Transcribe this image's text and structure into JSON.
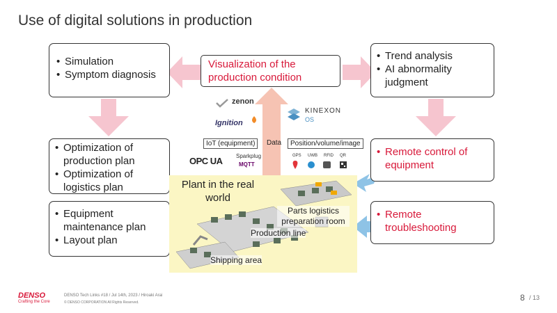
{
  "title": "Use of digital solutions in production",
  "boxes": {
    "top_left": [
      "Simulation",
      "Symptom diagnosis"
    ],
    "center": "Visualization of the production condition",
    "top_right": [
      "Trend analysis",
      "AI abnormality judgment"
    ],
    "mid_left": [
      "Optimization of production plan",
      "Optimization of logistics plan"
    ],
    "bottom_left": [
      "Equipment maintenance plan",
      "Layout plan"
    ],
    "mid_right": [
      "Remote control of equipment"
    ],
    "bottom_right": [
      "Remote troubleshooting"
    ]
  },
  "logos": {
    "zenon": "zenon",
    "ignition": "Ignition",
    "kinexon": "KINEXON",
    "kinexon_os": "OS",
    "opcua": "OPC UA",
    "sparkplug": "Sparkplug",
    "mqtt": "MQTT"
  },
  "labels": {
    "iot": "IoT (equipment)",
    "data": "Data",
    "position": "Position/volume/image",
    "gps": "GPS",
    "uwb": "UWB",
    "rfid": "RFID",
    "qr": "QR"
  },
  "plant": {
    "title": "Plant in the real world",
    "parts": "Parts logistics preparation room",
    "production": "Production line",
    "shipping": "Shipping area"
  },
  "footer": {
    "brand": "DENSO",
    "tagline": "Crafting the Core",
    "event": "DENSO Tech Links #18 / Jul 14th, 2023 / Hiroaki Arai",
    "copyright": "© DENSO CORPORATION All Rights Reserved.",
    "page_current": "8",
    "page_total": "/ 13"
  },
  "colors": {
    "accent_red": "#d8193a",
    "arrow_pink": "#f6c5cf",
    "arrow_blue": "#8ec3e6",
    "arrow_salmon": "#f5b9a6",
    "plant_bg": "#fbf6c4"
  }
}
